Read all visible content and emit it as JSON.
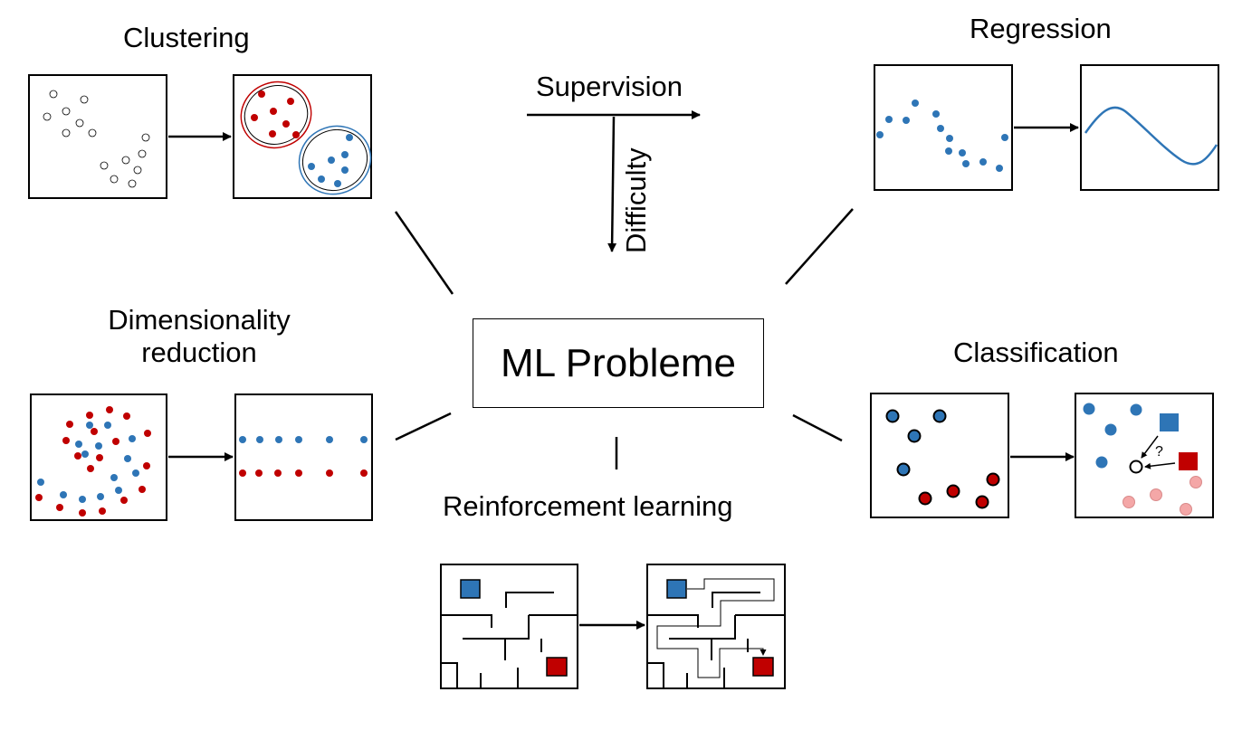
{
  "center": {
    "title": "ML Probleme"
  },
  "axes": {
    "supervision": "Supervision",
    "difficulty": "Difficulty"
  },
  "topics": {
    "clustering": "Clustering",
    "regression": "Regression",
    "dimensionality_reduction": [
      "Dimensionality",
      "reduction"
    ],
    "classification": "Classification",
    "reinforcement_learning": "Reinforcement learning"
  },
  "classification_query": "?",
  "colors": {
    "blue": "#2e75b6",
    "red": "#c00000",
    "pink": "#f4a7a7",
    "outline": "#000000",
    "curve": "#2e75b6"
  }
}
